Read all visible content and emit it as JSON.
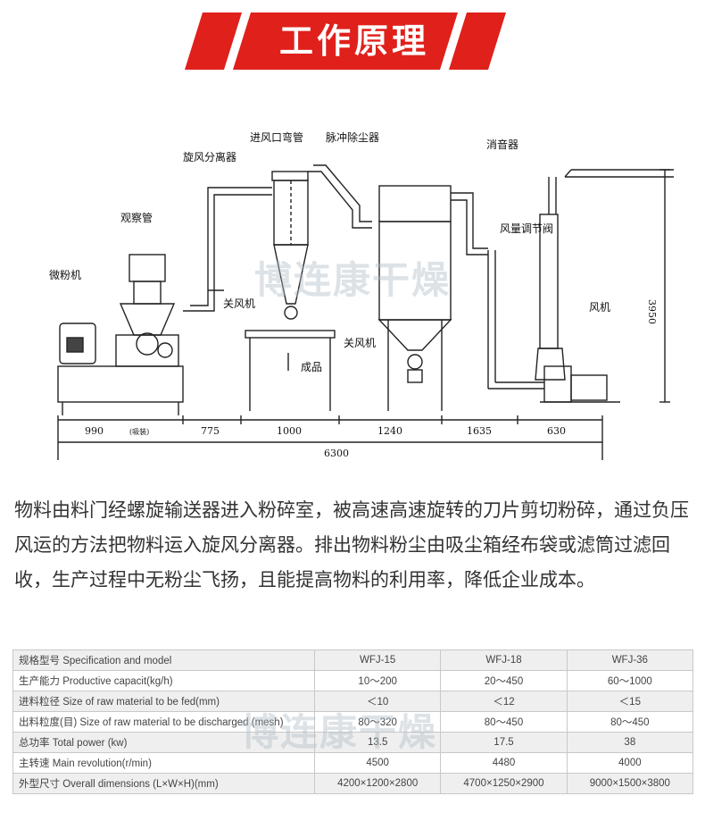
{
  "banner": {
    "title": "工作原理",
    "color": "#e0201b"
  },
  "diagram": {
    "labels": {
      "inlet_elbow": "进风口弯管",
      "pulse_dust": "脉冲除尘器",
      "cyclone": "旋风分离器",
      "observation": "观察管",
      "muffler": "消音器",
      "pulverizer": "微粉机",
      "air_regulator": "风量调节阀",
      "air_lock_1": "关风机",
      "air_lock_2": "关风机",
      "fan": "风机",
      "product": "成品",
      "tail": "(吸装)"
    },
    "dimensions": {
      "d1": "990",
      "d2": "775",
      "d3": "1000",
      "d4": "1240",
      "d5": "1635",
      "d6": "630",
      "total": "6300",
      "height": "3950"
    }
  },
  "watermark": "博连康干燥",
  "description": "物料由料门经螺旋输送器进入粉碎室，被高速高速旋转的刀片剪切粉碎，通过负压风运的方法把物料运入旋风分离器。排出物料粉尘由吸尘箱经布袋或滤筒过滤回收，生产过程中无粉尘飞扬，且能提高物料的利用率，降低企业成本。",
  "spec_table": {
    "rows": [
      {
        "label": "规格型号 Specification and model",
        "values": [
          "WFJ-15",
          "WFJ-18",
          "WFJ-36"
        ]
      },
      {
        "label": "生产能力 Productive capacit(kg/h)",
        "values": [
          "10～200",
          "20～450",
          "60～1000"
        ]
      },
      {
        "label": "进料粒径 Size of raw material to be fed(mm)",
        "values": [
          "＜10",
          "＜12",
          "＜15"
        ]
      },
      {
        "label": "出料粒度(目) Size of raw material to be discharged (mesh)",
        "values": [
          "80～320",
          "80～450",
          "80～450"
        ]
      },
      {
        "label": "总功率 Total power (kw)",
        "values": [
          "13.5",
          "17.5",
          "38"
        ]
      },
      {
        "label": "主转速 Main revolution(r/min)",
        "values": [
          "4500",
          "4480",
          "4000"
        ]
      },
      {
        "label": "外型尺寸 Overall dimensions (L×W×H)(mm)",
        "values": [
          "4200×1200×2800",
          "4700×1250×2900",
          "9000×1500×3800"
        ]
      }
    ]
  }
}
